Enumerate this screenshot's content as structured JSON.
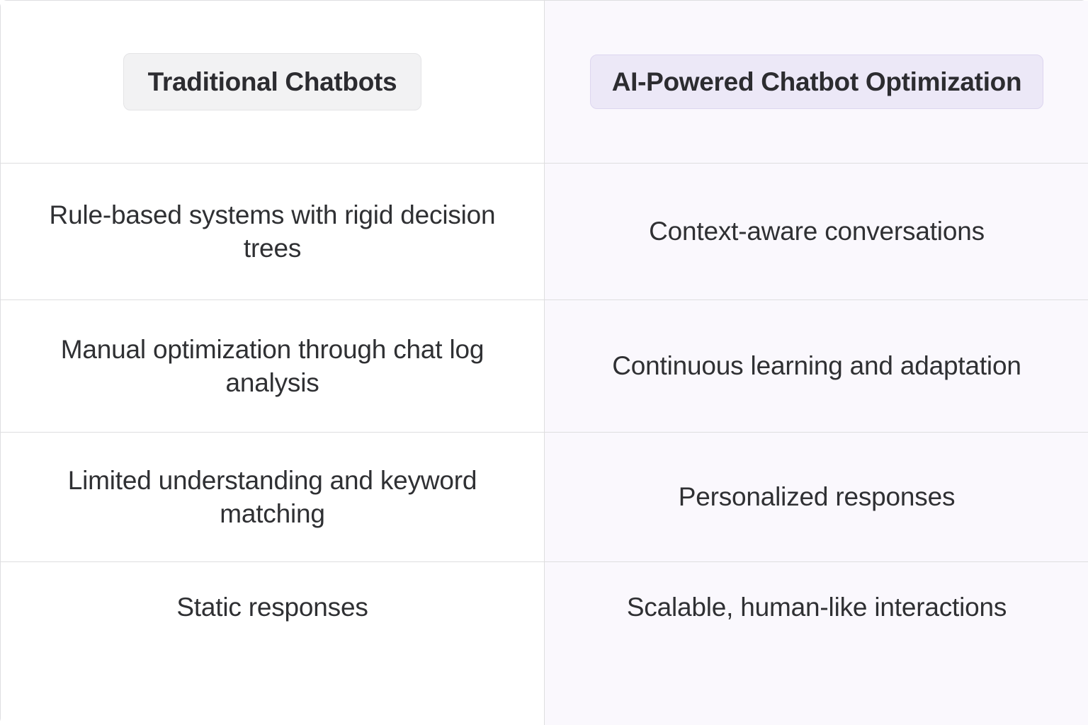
{
  "table": {
    "columns": [
      {
        "id": "traditional",
        "label": "Traditional Chatbots",
        "accent": "#f2f2f3",
        "text_color": "#2c2c30"
      },
      {
        "id": "ai_powered",
        "label": "AI-Powered Chatbot Optimization",
        "accent": "#ece8f7",
        "text_color": "#2c2c30"
      }
    ],
    "header": {
      "left_label": "Traditional Chatbots",
      "right_label": "AI-Powered Chatbot Optimization"
    },
    "rows": [
      {
        "left": "Rule-based systems with rigid decision trees",
        "right": "Context-aware conversations"
      },
      {
        "left": "Manual optimization through chat log analysis",
        "right": "Continuous learning and adaptation"
      },
      {
        "left": "Limited understanding and keyword matching",
        "right": "Personalized responses"
      },
      {
        "left": "Static responses",
        "right": "Scalable, human-like interactions"
      }
    ],
    "colors": {
      "left_column_bg": "#ffffff",
      "right_column_bg": "#faf8fd",
      "border": "#dededf",
      "left_pill_bg": "#f2f2f3",
      "left_pill_border": "#e4e4e6",
      "right_pill_bg": "#ece8f7",
      "right_pill_border": "#ddd6ef",
      "body_text": "#2f3033",
      "heading_text": "#2c2c30"
    }
  }
}
